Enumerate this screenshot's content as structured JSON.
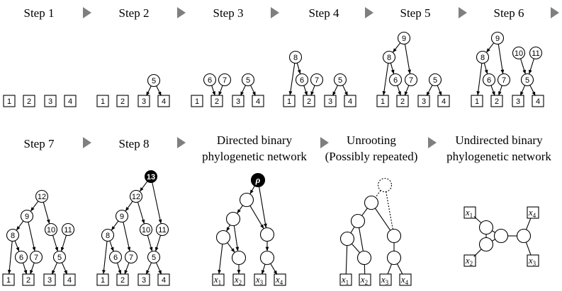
{
  "steps": [
    {
      "label": "Step 1"
    },
    {
      "label": "Step 2"
    },
    {
      "label": "Step 3"
    },
    {
      "label": "Step 4"
    },
    {
      "label": "Step 5"
    },
    {
      "label": "Step 6"
    },
    {
      "label": "Step 7"
    },
    {
      "label": "Step 8"
    },
    {
      "label_lines": [
        "Directed binary",
        "phylogenetic network"
      ]
    },
    {
      "label_lines": [
        "Unrooting",
        "(Possibly repeated)"
      ]
    },
    {
      "label_lines": [
        "Undirected binary",
        "phylogenetic network"
      ]
    }
  ],
  "leaf_labels": [
    "1",
    "2",
    "3",
    "4"
  ],
  "node_labels": {
    "n5": "5",
    "n6": "6",
    "n7": "7",
    "n8": "8",
    "n9": "9",
    "n10": "10",
    "n11": "11",
    "n12": "12",
    "n13": "13"
  },
  "root_label": "ρ",
  "x_leaves": [
    {
      "base": "x",
      "sub": "1"
    },
    {
      "base": "x",
      "sub": "2"
    },
    {
      "base": "x",
      "sub": "3"
    },
    {
      "base": "x",
      "sub": "4"
    }
  ],
  "arrow_glyph": "▶",
  "colors": {
    "ink": "#000000",
    "arrow": "#7f7f7f",
    "root_fill": "#000000"
  }
}
